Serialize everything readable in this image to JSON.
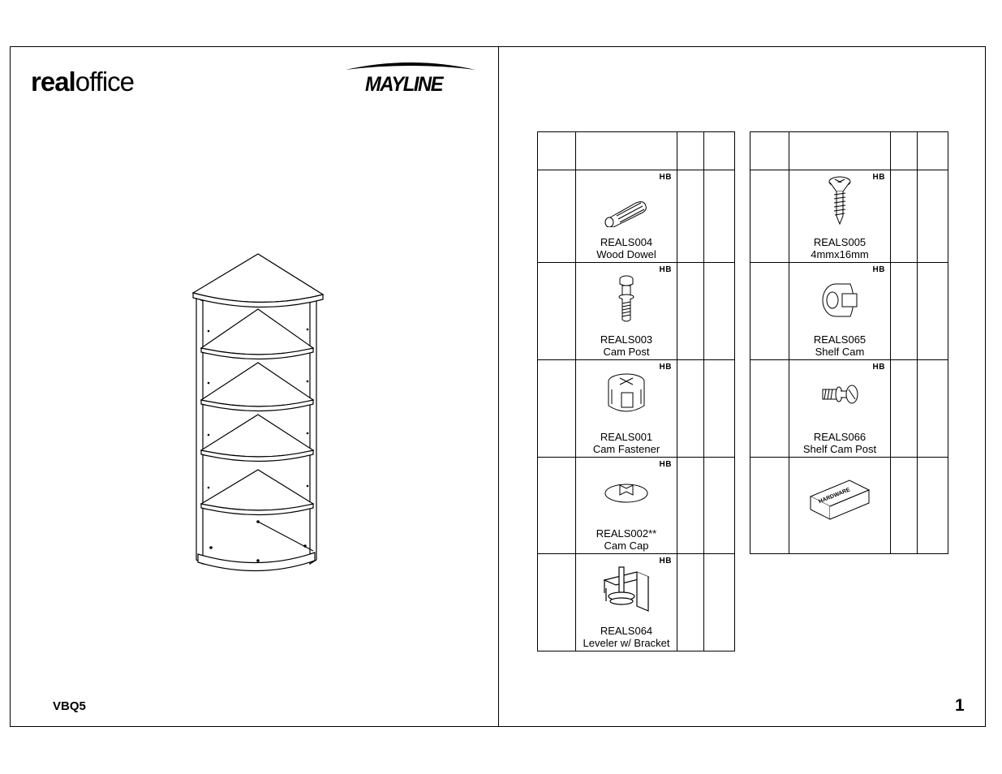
{
  "header": {
    "brand_left_bold": "real",
    "brand_left_regular": "office",
    "brand_right": "MAYLINE"
  },
  "footer": {
    "model": "VBQ5",
    "page_number": "1"
  },
  "parts_left": [
    {
      "code": "REALS004",
      "name": "Wood Dowel",
      "tag": "HB",
      "icon": "wood-dowel-icon"
    },
    {
      "code": "REALS003",
      "name": "Cam Post",
      "tag": "HB",
      "icon": "cam-post-icon"
    },
    {
      "code": "REALS001",
      "name": "Cam Fastener",
      "tag": "HB",
      "icon": "cam-fastener-icon"
    },
    {
      "code": "REALS002**",
      "name": "Cam  Cap",
      "tag": "HB",
      "icon": "cam-cap-icon"
    },
    {
      "code": "REALS064",
      "name": "Leveler w/ Bracket",
      "tag": "HB",
      "icon": "leveler-bracket-icon"
    }
  ],
  "parts_right": [
    {
      "code": "REALS005",
      "name": "4mmx16mm",
      "tag": "HB",
      "icon": "screw-icon"
    },
    {
      "code": "REALS065",
      "name": "Shelf Cam",
      "tag": "HB",
      "icon": "shelf-cam-icon"
    },
    {
      "code": "REALS066",
      "name": "Shelf Cam Post",
      "tag": "HB",
      "icon": "shelf-cam-post-icon"
    },
    {
      "code": "",
      "name": "",
      "tag": "",
      "icon": "hardware-box-icon",
      "box_label": "HARDWARE"
    }
  ]
}
